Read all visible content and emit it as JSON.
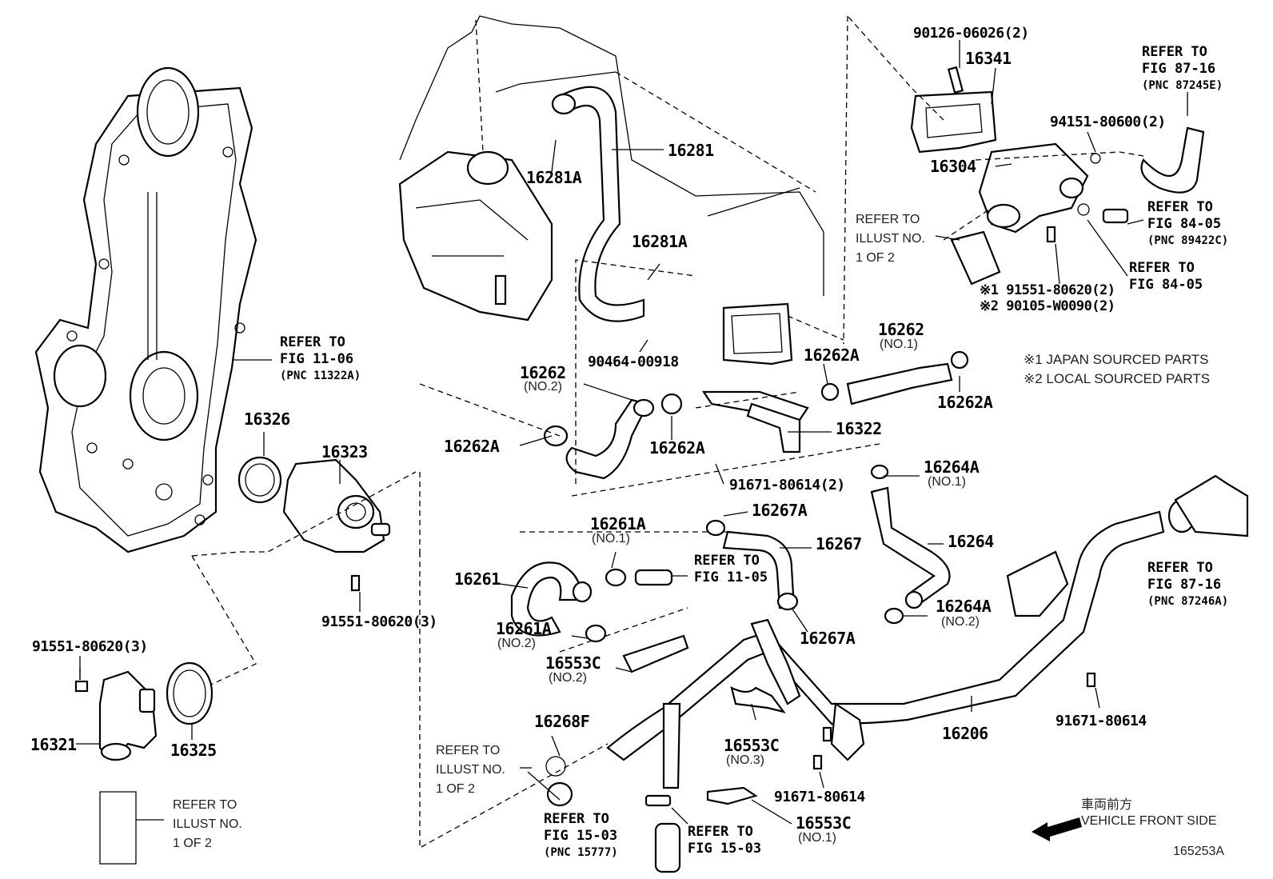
{
  "labels": {
    "p16281": "16281",
    "p16281a_top": "16281A",
    "p16281a_mid": "16281A",
    "p90464": "90464-00918",
    "p16262_no2": "16262",
    "p16262_no2_sub": "(NO.2)",
    "p16262a_left": "16262A",
    "p16262a_mid": "16262A",
    "p16262a_upper": "16262A",
    "p16262a_right": "16262A",
    "p16262_no1": "16262",
    "p16262_no1_sub": "(NO.1)",
    "p16322": "16322",
    "p91671_2": "91671-80614(2)",
    "p16264a_no1": "16264A",
    "p16264a_no1_sub": "(NO.1)",
    "p16264": "16264",
    "p16264a_no2": "16264A",
    "p16264a_no2_sub": "(NO.2)",
    "p16267a_top": "16267A",
    "p16267": "16267",
    "p16267a_bot": "16267A",
    "p16261a_no1": "16261A",
    "p16261a_no1_sub": "(NO.1)",
    "p16261": "16261",
    "p16261a_no2": "16261A",
    "p16261a_no2_sub": "(NO.2)",
    "p16553c_no2": "16553C",
    "p16553c_no2_sub": "(NO.2)",
    "p16553c_no3": "16553C",
    "p16553c_no3_sub": "(NO.3)",
    "p16553c_no1": "16553C",
    "p16553c_no1_sub": "(NO.1)",
    "p16268f": "16268F",
    "p91671_b": "91671-80614",
    "p91671_c": "91671-80614",
    "p16206": "16206",
    "p16326": "16326",
    "p16323": "16323",
    "p91551_3a": "91551-80620(3)",
    "p91551_3b": "91551-80620(3)",
    "p16321": "16321",
    "p16325": "16325",
    "p90126": "90126-06026(2)",
    "p16341": "16341",
    "p94151": "94151-80600(2)",
    "p16304": "16304",
    "p191551": "※1 91551-80620(2)",
    "p290105": "※2 90105-W0090(2)"
  },
  "refs": {
    "r_fig87_16_top": [
      "REFER TO",
      "FIG 87-16",
      "(PNC 87245E)"
    ],
    "r_fig84_05_a": [
      "REFER TO",
      "FIG 84-05",
      "(PNC 89422C)"
    ],
    "r_fig84_05_b": [
      "REFER TO",
      "FIG 84-05"
    ],
    "r_illust_top": [
      "REFER TO",
      "ILLUST NO.",
      "1 OF 2"
    ],
    "r_fig11_06": [
      "REFER TO",
      "FIG 11-06",
      "(PNC 11322A)"
    ],
    "r_fig11_05": [
      "REFER TO",
      "FIG 11-05"
    ],
    "r_fig87_16_bot": [
      "REFER TO",
      "FIG 87-16",
      "(PNC 87246A)"
    ],
    "r_illust_bot_left": [
      "REFER TO",
      "ILLUST NO.",
      "1 OF 2"
    ],
    "r_illust_mid": [
      "REFER TO",
      "ILLUST NO.",
      "1 OF 2"
    ],
    "r_fig15_03_a": [
      "REFER TO",
      "FIG 15-03",
      "(PNC 15777)"
    ],
    "r_fig15_03_b": [
      "REFER TO",
      "FIG 15-03"
    ]
  },
  "notes": {
    "note1": "※1 JAPAN SOURCED PARTS",
    "note2": "※2 LOCAL SOURCED PARTS",
    "front_jp": "車両前方",
    "front_en": "VEHICLE FRONT SIDE",
    "figure_id": "165253A"
  }
}
